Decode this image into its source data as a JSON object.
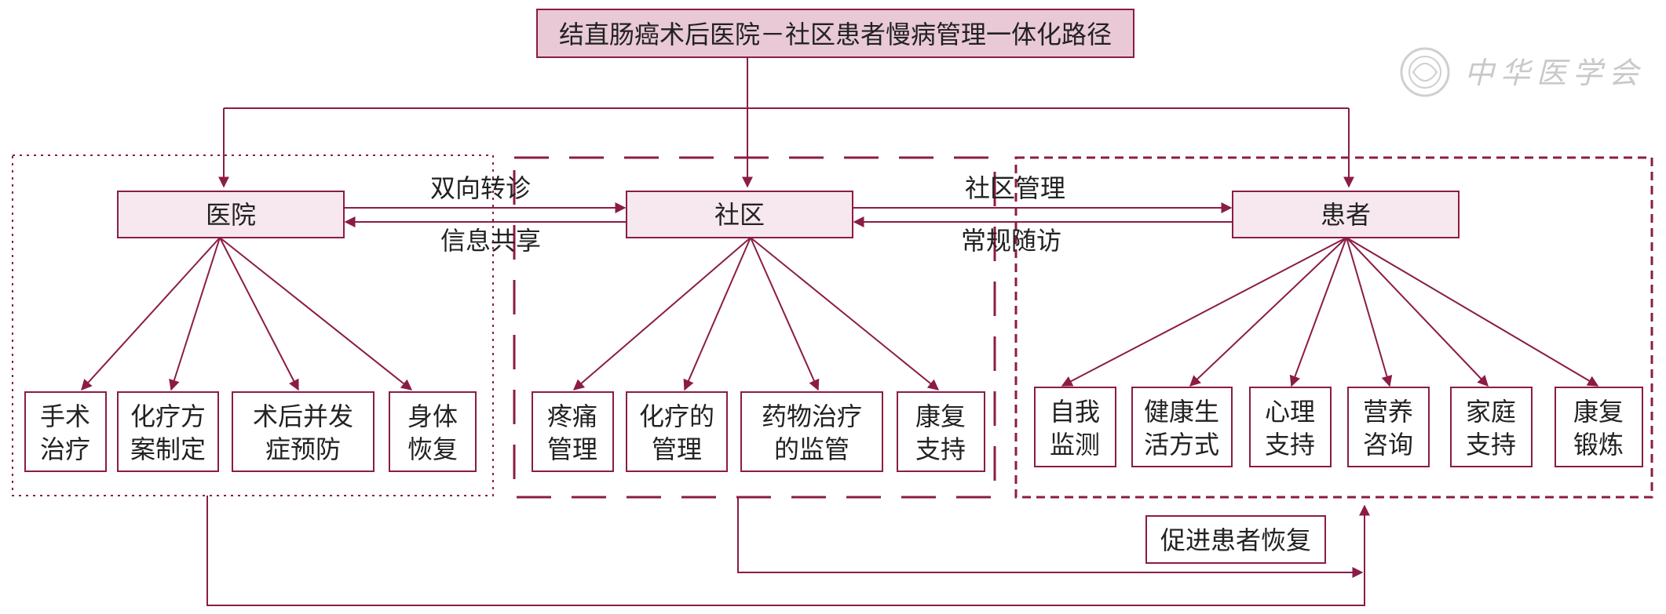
{
  "title": "结直肠癌术后医院－社区患者慢病管理一体化路径",
  "main_nodes": {
    "hospital": "医院",
    "community": "社区",
    "patient": "患者"
  },
  "edge_labels": {
    "hospital_to_community": "双向转诊",
    "community_to_hospital": "信息共享",
    "community_to_patient": "社区管理",
    "patient_to_community": "常规随访"
  },
  "hospital_children": [
    [
      "手术",
      "治疗"
    ],
    [
      "化疗方",
      "案制定"
    ],
    [
      "术后并发",
      "症预防"
    ],
    [
      "身体",
      "恢复"
    ]
  ],
  "community_children": [
    [
      "疼痛",
      "管理"
    ],
    [
      "化疗的",
      "管理"
    ],
    [
      "药物治疗",
      "的监管"
    ],
    [
      "康复",
      "支持"
    ]
  ],
  "patient_children": [
    [
      "自我",
      "监测"
    ],
    [
      "健康生",
      "活方式"
    ],
    [
      "心理",
      "支持"
    ],
    [
      "营养",
      "咨询"
    ],
    [
      "家庭",
      "支持"
    ],
    [
      "康复",
      "锻炼"
    ]
  ],
  "outcome": "促进患者恢复",
  "watermark": "中华医学会",
  "colors": {
    "accent": "#8b1c46",
    "box_fill": "#f6e8ee",
    "title_fill": "#e9c9d6",
    "text": "#222222"
  }
}
